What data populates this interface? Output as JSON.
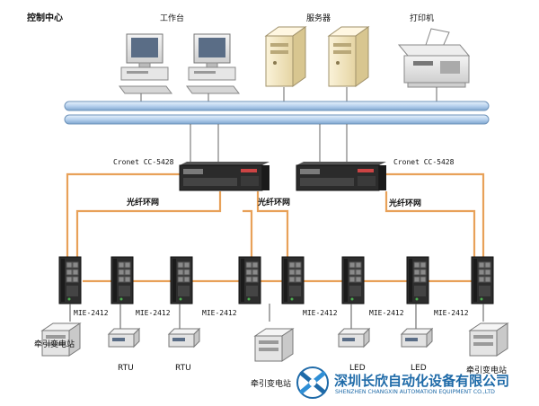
{
  "section_title": "控制中心",
  "top_devices": [
    {
      "label": "工作台",
      "icon": "workstation-icon"
    },
    {
      "label": "服务器",
      "icon": "server-icon"
    },
    {
      "label": "打印机",
      "icon": "printer-icon"
    }
  ],
  "core_switches": [
    {
      "label": "Cronet CC-5428"
    },
    {
      "label": "Cronet CC-5428"
    }
  ],
  "ring_labels": [
    "光纤环网",
    "光纤环网",
    "光纤环网"
  ],
  "field_switch_label": "MIE-2412",
  "end_devices": [
    "牵引变电站",
    "RTU",
    "RTU",
    "牵引变电站",
    "LED",
    "LED",
    "牵引变电站"
  ],
  "company": {
    "name_cn": "深圳长欣自动化设备有限公司",
    "name_en": "SHENZHEN CHANGXIN AUTOMATION EQUIPMENT CO.,LTD"
  },
  "colors": {
    "fiber": "#e8a159",
    "bus": "#b8d2ee",
    "brand": "#1e6aa8"
  }
}
